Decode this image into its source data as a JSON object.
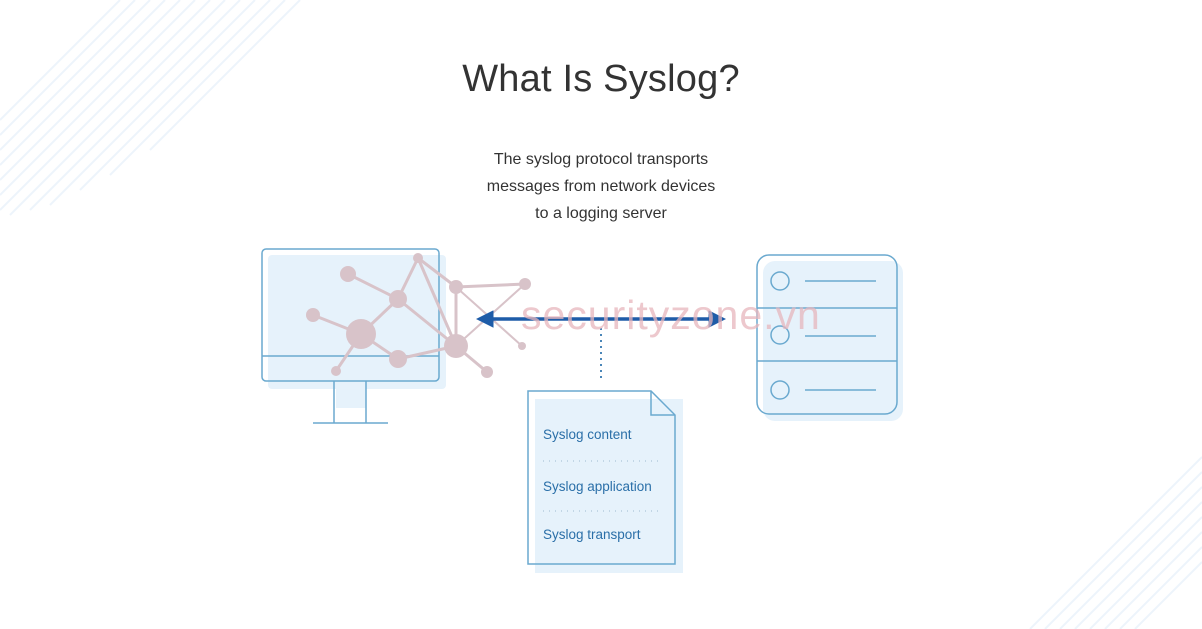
{
  "header": {
    "title": "What Is Syslog?",
    "subtitle_lines": [
      "The syslog protocol transports",
      "messages from network devices",
      "to a logging server"
    ]
  },
  "document": {
    "labels": [
      "Syslog content",
      "Syslog application",
      "Syslog transport"
    ]
  },
  "watermark": {
    "text": "securityzone.vn"
  },
  "colors": {
    "outline": "#6aa9cf",
    "fill": "#e6f2fb",
    "arrow": "#1e5ca8",
    "network_nodes": "#d8c3c9",
    "text_dark": "#333333",
    "text_blue": "#2a6fa8"
  },
  "icons": [
    "desktop-monitor-icon",
    "network-graph-icon",
    "server-icon",
    "document-icon"
  ]
}
